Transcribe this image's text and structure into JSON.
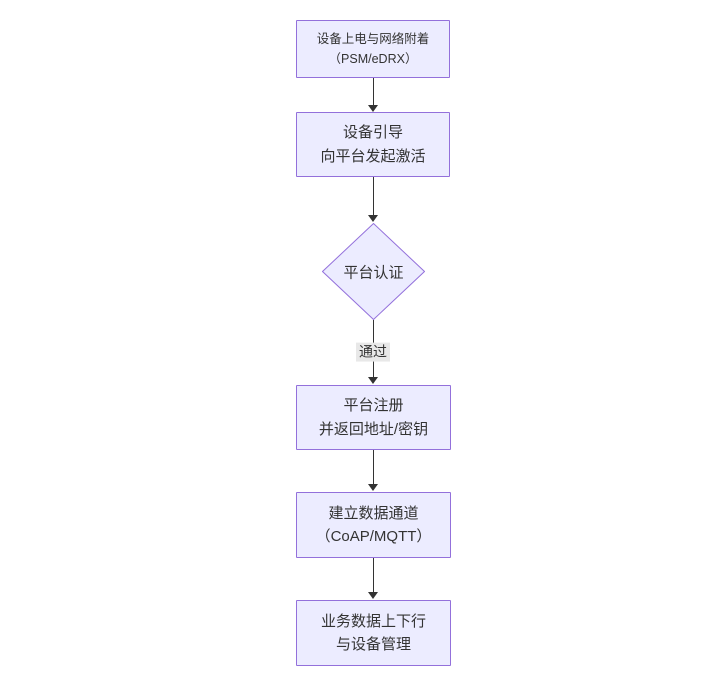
{
  "diagram": {
    "type": "flowchart-top-down",
    "nodes": {
      "power": {
        "line1": "设备上电与网络附着",
        "line2": "（PSM/eDRX）"
      },
      "bootstrap": {
        "line1": "设备引导",
        "line2": "向平台发起激活"
      },
      "auth": {
        "label": "平台认证"
      },
      "register": {
        "line1": "平台注册",
        "line2": "并返回地址/密钥"
      },
      "channel": {
        "line1": "建立数据通道",
        "line2": "（CoAP/MQTT）"
      },
      "business": {
        "line1": "业务数据上下行",
        "line2": "与设备管理"
      }
    },
    "edge_label": {
      "pass": "通过"
    },
    "colors": {
      "node_fill": "#ECECFF",
      "node_border": "#9370DB",
      "text": "#333333",
      "edge": "#333333",
      "edge_label_bg": "#E8E8E8"
    }
  }
}
